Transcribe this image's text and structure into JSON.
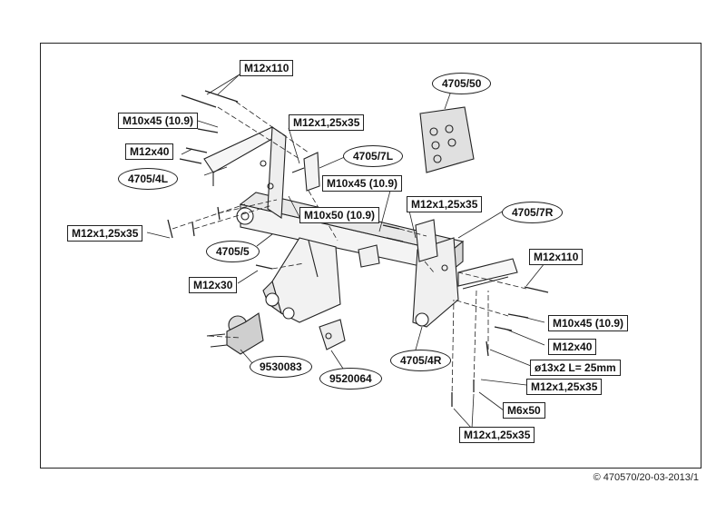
{
  "labels": {
    "bolt_m12x110_top": "M12x110",
    "bolt_m10x45_left": "M10x45 (10.9)",
    "bolt_m12x125x35_topcenter": "M12x1,25x35",
    "bolt_m12x40_left": "M12x40",
    "bolt_m10x45_center": "M10x45 (10.9)",
    "bolt_m12x125x35_center": "M12x1,25x35",
    "bolt_m10x50_center": "M10x50 (10.9)",
    "bolt_m12x125x35_left": "M12x1,25x35",
    "bolt_m12x30": "M12x30",
    "bolt_m12x110_right": "M12x110",
    "bolt_m10x45_right": "M10x45 (10.9)",
    "bolt_m12x40_right": "M12x40",
    "pin_13x2": "ø13x2 L= 25mm",
    "bolt_m12x125x35_right": "M12x1,25x35",
    "bolt_m6x50": "M6x50",
    "bolt_m12x125x35_bottom": "M12x1,25x35"
  },
  "parts": {
    "p4705_50": "4705/50",
    "p4705_7l": "4705/7L",
    "p4705_4l": "4705/4L",
    "p4705_7r": "4705/7R",
    "p4705_5": "4705/5",
    "p4705_4r": "4705/4R",
    "p9530083": "9530083",
    "p9520064": "9520064"
  },
  "footer": "© 470570/20-03-2013/1"
}
